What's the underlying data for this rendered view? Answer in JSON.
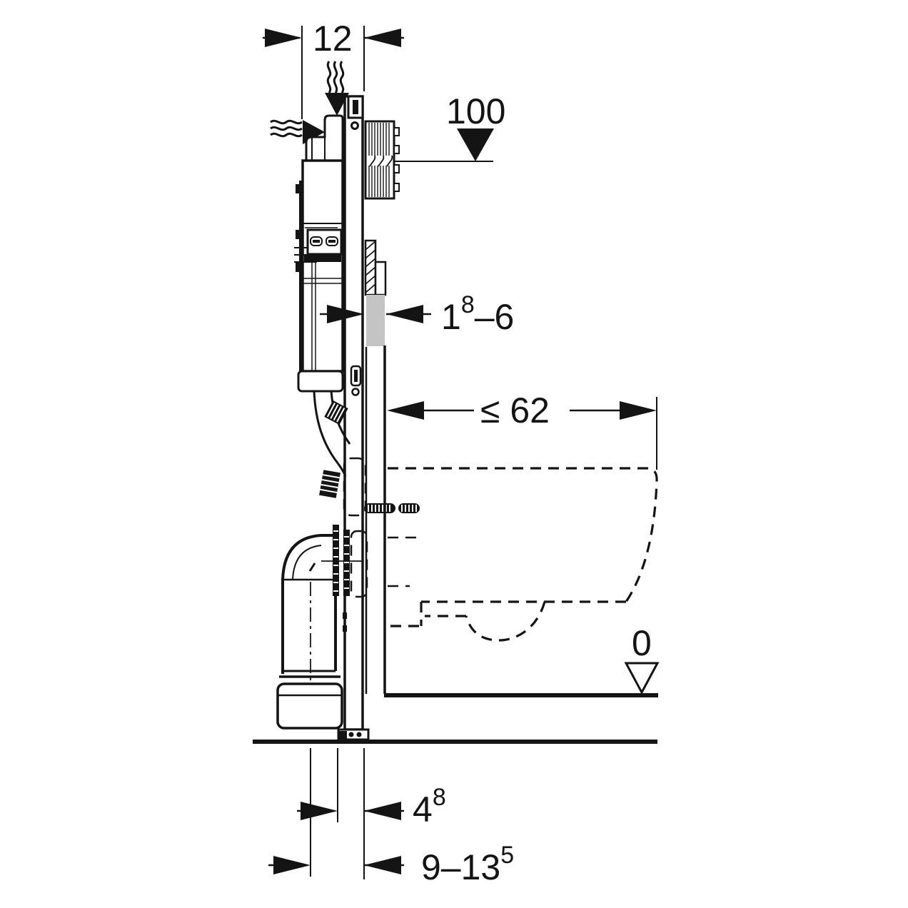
{
  "labels": {
    "frame_depth": "12",
    "actuator_height": "100",
    "cladding_base": "1",
    "cladding_sup": "8",
    "cladding_tail": "–6",
    "bowl_depth": "≤ 62",
    "floor_level": "0",
    "front_offset_base": "4",
    "front_offset_sup": "8",
    "drain_offset_base": "9–13",
    "drain_offset_sup": "5"
  },
  "colors": {
    "line": "#141414",
    "seal_zone": "#c4c4c4",
    "background": "#ffffff"
  }
}
